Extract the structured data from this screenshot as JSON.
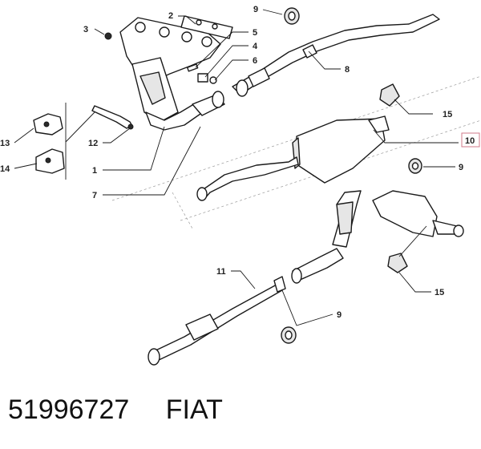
{
  "callouts": {
    "c1": "1",
    "c2": "2",
    "c3": "3",
    "c4": "4",
    "c5": "5",
    "c6": "6",
    "c7": "7",
    "c8": "8",
    "c9a": "9",
    "c9b": "9",
    "c9c": "9",
    "c10": "10",
    "c11": "11",
    "c12": "12",
    "c13": "13",
    "c14": "14",
    "c15a": "15",
    "c15b": "15"
  },
  "footer": {
    "part_number": "51996727",
    "brand": "FIAT"
  },
  "highlight_color": "#d07a8a"
}
